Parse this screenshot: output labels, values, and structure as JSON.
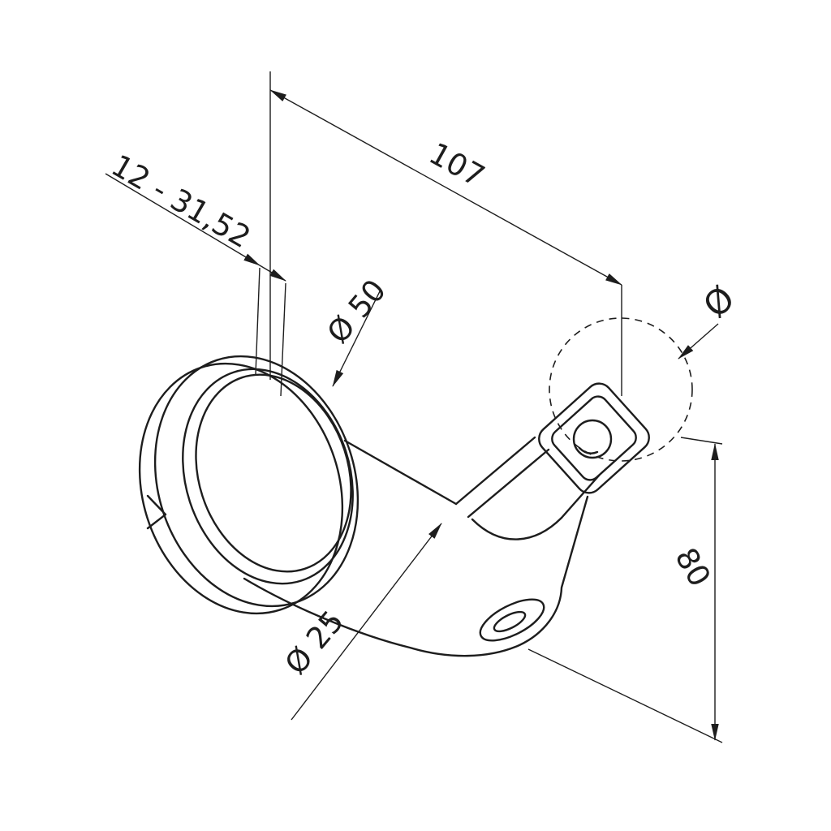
{
  "drawing": {
    "colors": {
      "line": "#1d1d1d",
      "background": "#ffffff"
    },
    "labels": {
      "range": "12 - 31,52",
      "length": "107",
      "flange_dia": "Ø 50",
      "tube_dia": "Ø 25",
      "rail_dia": "Ø",
      "height": "80"
    }
  }
}
